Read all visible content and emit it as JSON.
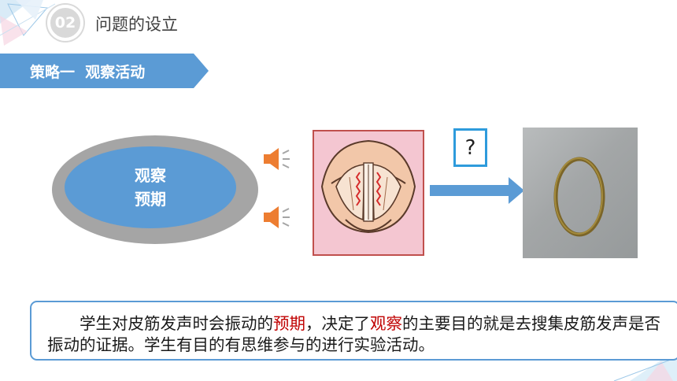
{
  "header": {
    "section_number": "02",
    "title": "问题的设立"
  },
  "strategy_banner": {
    "label": "策略一  观察活动"
  },
  "oval": {
    "line1": "观察",
    "line2": "预期"
  },
  "question_box": {
    "mark": "?"
  },
  "conclusion": {
    "part1": "学生对皮筋发声时会振动的",
    "highlight1": "预期",
    "part2": "，决定了",
    "highlight2": "观察",
    "part3": "的主要目的就是去搜集皮筋发声是否振动的证据。学生有目的有思维参与的进行实验活动。"
  },
  "colors": {
    "accent_blue": "#5b9bd5",
    "highlight_red": "#c00000",
    "oval_gray": "#a5a5a5",
    "speaker_orange": "#ed7d31"
  },
  "icons": [
    "speaker-icon",
    "arrow-right-icon"
  ]
}
